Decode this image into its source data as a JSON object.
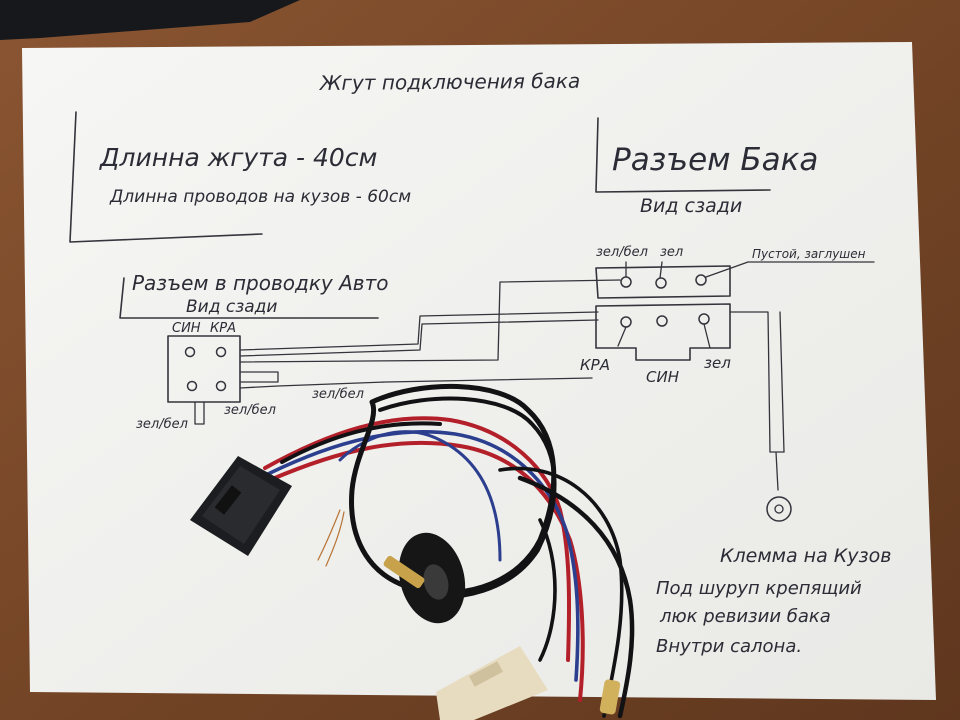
{
  "colors": {
    "table": "#7b4a2a",
    "paper": "#f4f4f2",
    "ink": "#34343c",
    "wire_red": "#b3202a",
    "wire_blue": "#2c3f8f",
    "wire_black": "#121214"
  },
  "sheet": {
    "title": "Жгут подключения бака",
    "harness_length": "Длинна жгута - 40см",
    "wires_length": "Длинна проводов на кузов - 60см"
  },
  "tank_connector": {
    "title": "Разъем Бака",
    "subtitle": "Вид сзади",
    "label_top_left": "зел/бел",
    "label_top_mid": "зел",
    "label_empty": "Пустой, заглушен",
    "label_kra": "КРА",
    "label_sin": "СИН",
    "label_zel": "зел"
  },
  "car_connector": {
    "title": "Разъем в проводку Авто",
    "subtitle": "Вид сзади",
    "label_sin": "СИН",
    "label_kra": "КРА",
    "label_zelbel_left": "зел/бел",
    "label_zelbel_right": "зел/бел",
    "label_zelbel_wire": "зел/бел"
  },
  "ground": {
    "title": "Клемма на Кузов",
    "note_1": "Под шуруп крепящий",
    "note_2": "люк ревизии бака",
    "note_3": "Внутри салона."
  }
}
